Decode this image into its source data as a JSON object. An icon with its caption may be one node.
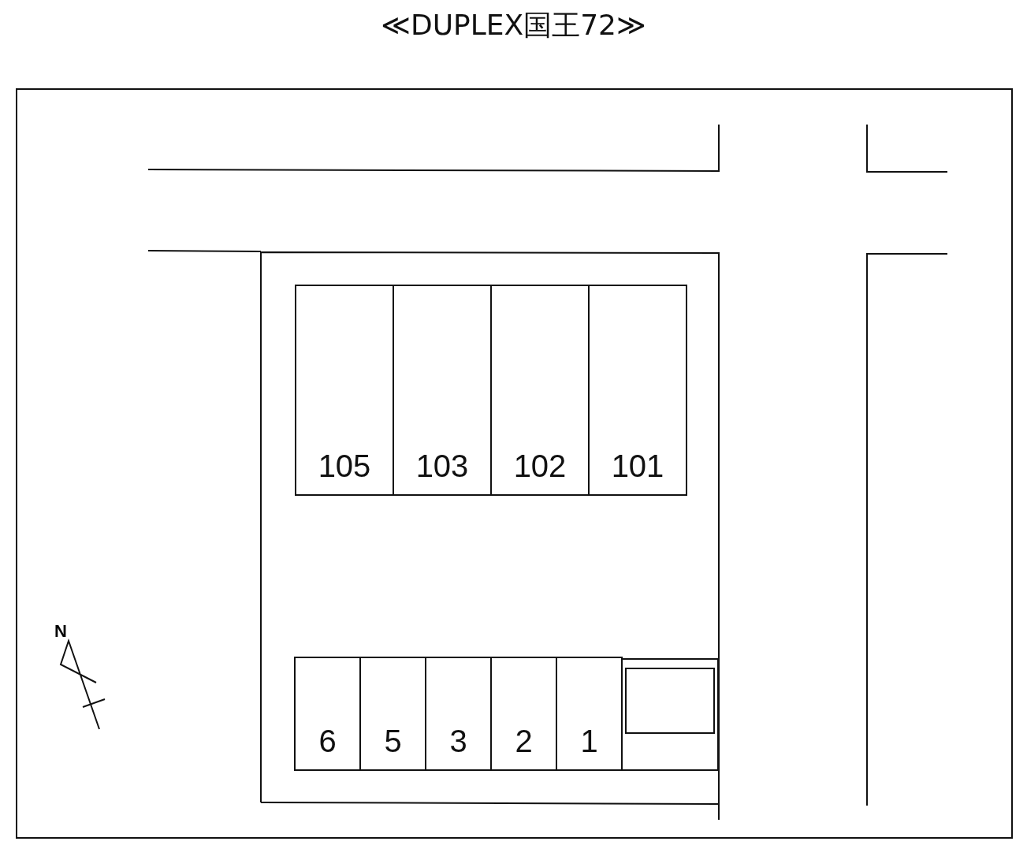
{
  "diagram": {
    "title": "≪DUPLEX国王72≫",
    "nodes": [
      {
        "text": [
          "105"
        ]
      },
      {
        "text": [
          "103"
        ]
      },
      {
        "text": [
          "102"
        ]
      },
      {
        "text": [
          "101"
        ]
      },
      {
        "text": [
          "6"
        ]
      },
      {
        "text": [
          "5"
        ]
      },
      {
        "text": [
          "3"
        ]
      },
      {
        "text": [
          "2"
        ]
      },
      {
        "text": [
          "1"
        ]
      },
      {
        "text": [],
        "shape": "box"
      },
      {
        "text": [],
        "shape": "box",
        "in": 9
      }
    ],
    "labels": [
      "N"
    ]
  }
}
